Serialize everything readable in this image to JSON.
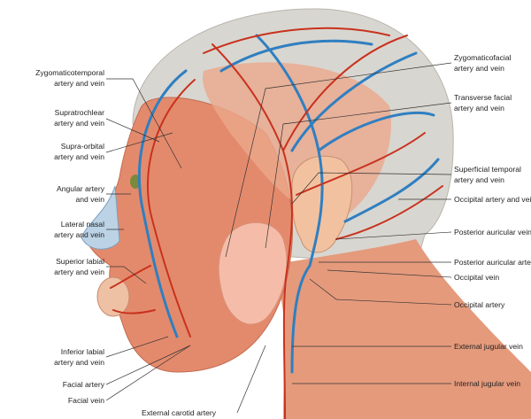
{
  "colors": {
    "artery": "#c8321e",
    "vein": "#2f7fc1",
    "muscle": "#e0876a",
    "skin": "#f2c9a8",
    "bone": "#d9d4cc",
    "gland": "#f3b8a6"
  },
  "left_labels": [
    {
      "l1": "Zygomaticotemporal",
      "l2": "artery and vein"
    },
    {
      "l1": "Supratrochlear",
      "l2": "artery and vein"
    },
    {
      "l1": "Supra-orbital",
      "l2": "artery and vein"
    },
    {
      "l1": "Angular artery",
      "l2": "and vein"
    },
    {
      "l1": "Lateral nasal",
      "l2": "artery and vein"
    },
    {
      "l1": "Superior labial",
      "l2": "artery and vein"
    },
    {
      "l1": "Inferior labial",
      "l2": "artery and vein"
    },
    {
      "l1": "Facial artery"
    },
    {
      "l1": "Facial vein"
    }
  ],
  "bottom_label": "External carotid artery",
  "right_labels": [
    {
      "l1": "Zygomaticofacial",
      "l2": "artery and vein"
    },
    {
      "l1": "Transverse facial",
      "l2": "artery and vein"
    },
    {
      "l1": "Superficial temporal",
      "l2": "artery and vein"
    },
    {
      "l1": "Occipital artery and vein"
    },
    {
      "l1": "Posterior auricular vein"
    },
    {
      "l1": "Posterior auricular artery"
    },
    {
      "l1": "Occipital vein"
    },
    {
      "l1": "Occipital artery"
    },
    {
      "l1": "External jugular vein"
    },
    {
      "l1": "Internal jugular vein"
    }
  ]
}
